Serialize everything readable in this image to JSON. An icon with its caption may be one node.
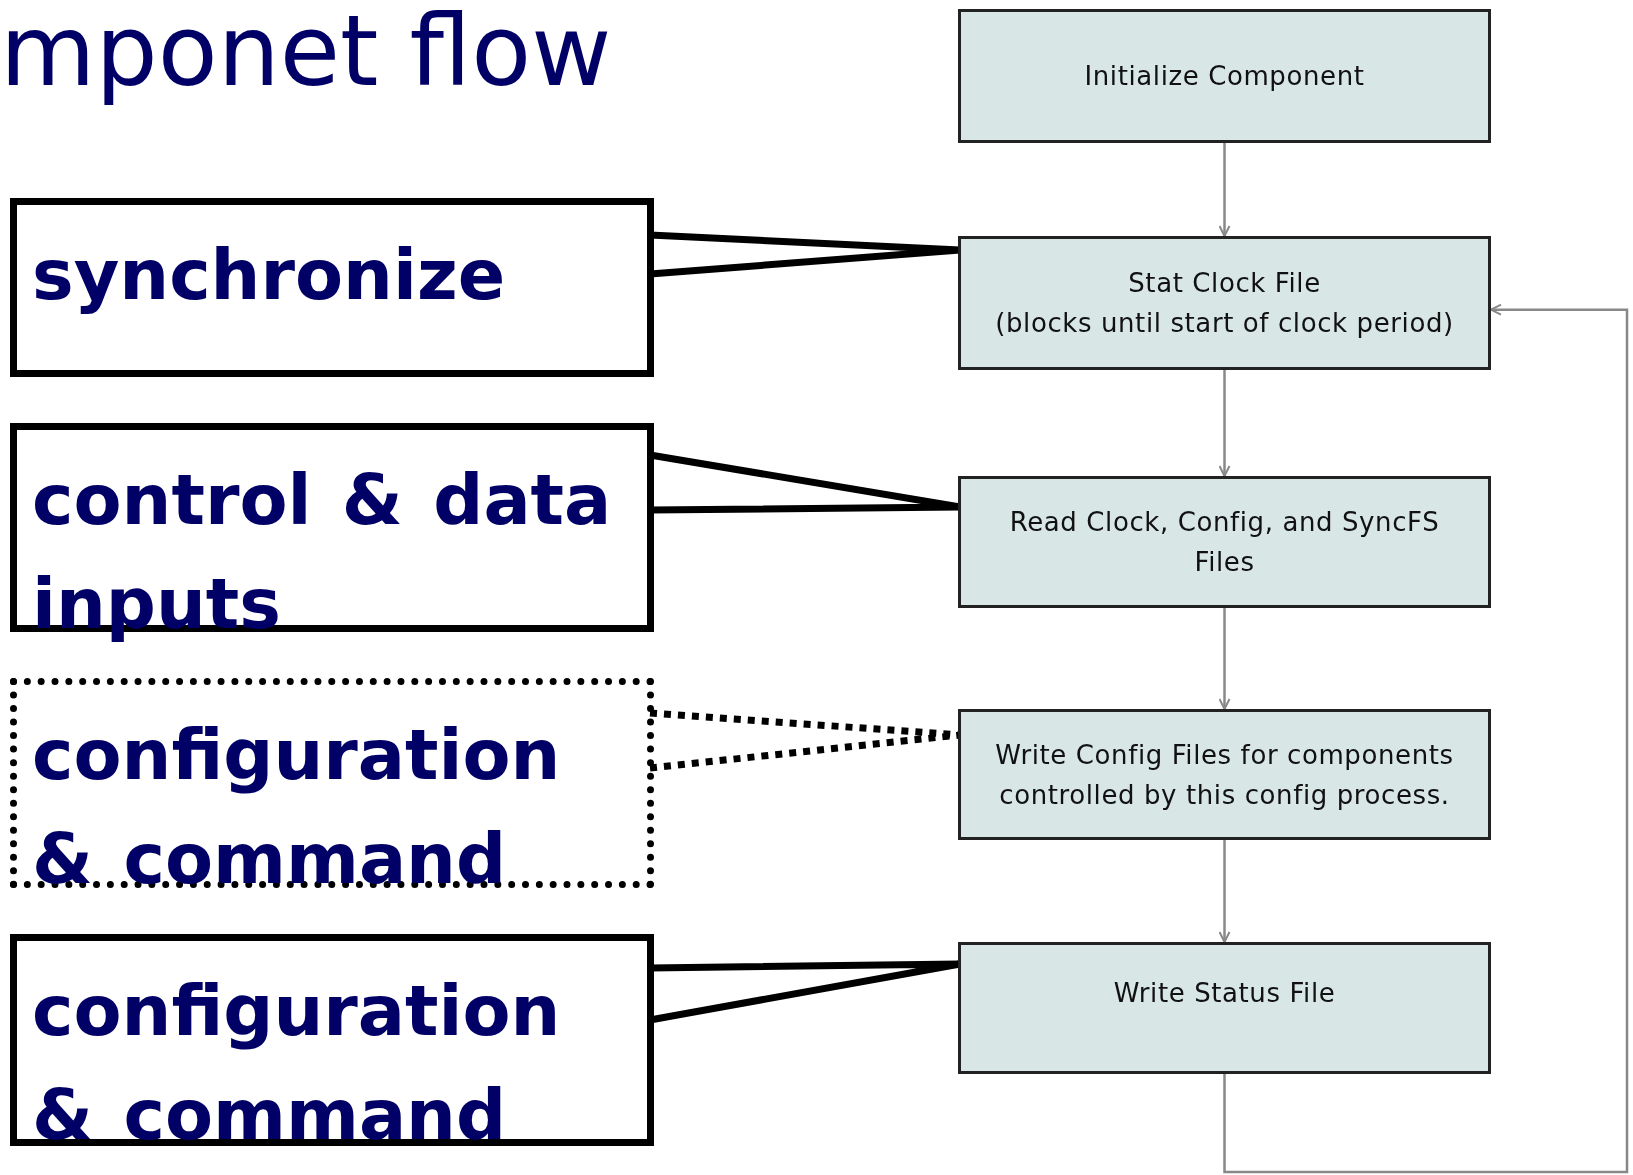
{
  "diagram": {
    "title": "mponet flow",
    "nodes": [
      {
        "text": [
          "Initialize Component"
        ]
      },
      {
        "text": [
          "Stat Clock File",
          "(blocks until start of clock period)"
        ]
      },
      {
        "text": [
          "Read Clock, Config, and SyncFS Files"
        ]
      },
      {
        "text": [
          "Write Config Files for components controlled by this config process."
        ]
      },
      {
        "text": [
          "Write Status File"
        ]
      },
      {
        "text": [
          "synchronize"
        ]
      },
      {
        "text": [
          "control & data inputs"
        ]
      },
      {
        "text": [
          "configuration & command"
        ]
      },
      {
        "text": [
          "configuration & command"
        ]
      }
    ],
    "edges": [
      {
        "from": 0,
        "to": 1,
        "arrow": "to"
      },
      {
        "from": 1,
        "to": 2,
        "arrow": "to"
      },
      {
        "from": 2,
        "to": 3,
        "arrow": "to"
      },
      {
        "from": 3,
        "to": 4,
        "arrow": "to"
      },
      {
        "from": 4,
        "to": 1,
        "arrow": "to"
      },
      {
        "from": 5,
        "to": 1,
        "arrow": "none",
        "color": "#000000",
        "style": "thick"
      },
      {
        "from": 6,
        "to": 2,
        "arrow": "none",
        "color": "#000000",
        "style": "thick"
      },
      {
        "from": 7,
        "to": 3,
        "arrow": "none",
        "color": "#000000",
        "style": "dashed"
      },
      {
        "from": 8,
        "to": 4,
        "arrow": "none",
        "color": "#000000",
        "style": "thick"
      }
    ]
  }
}
